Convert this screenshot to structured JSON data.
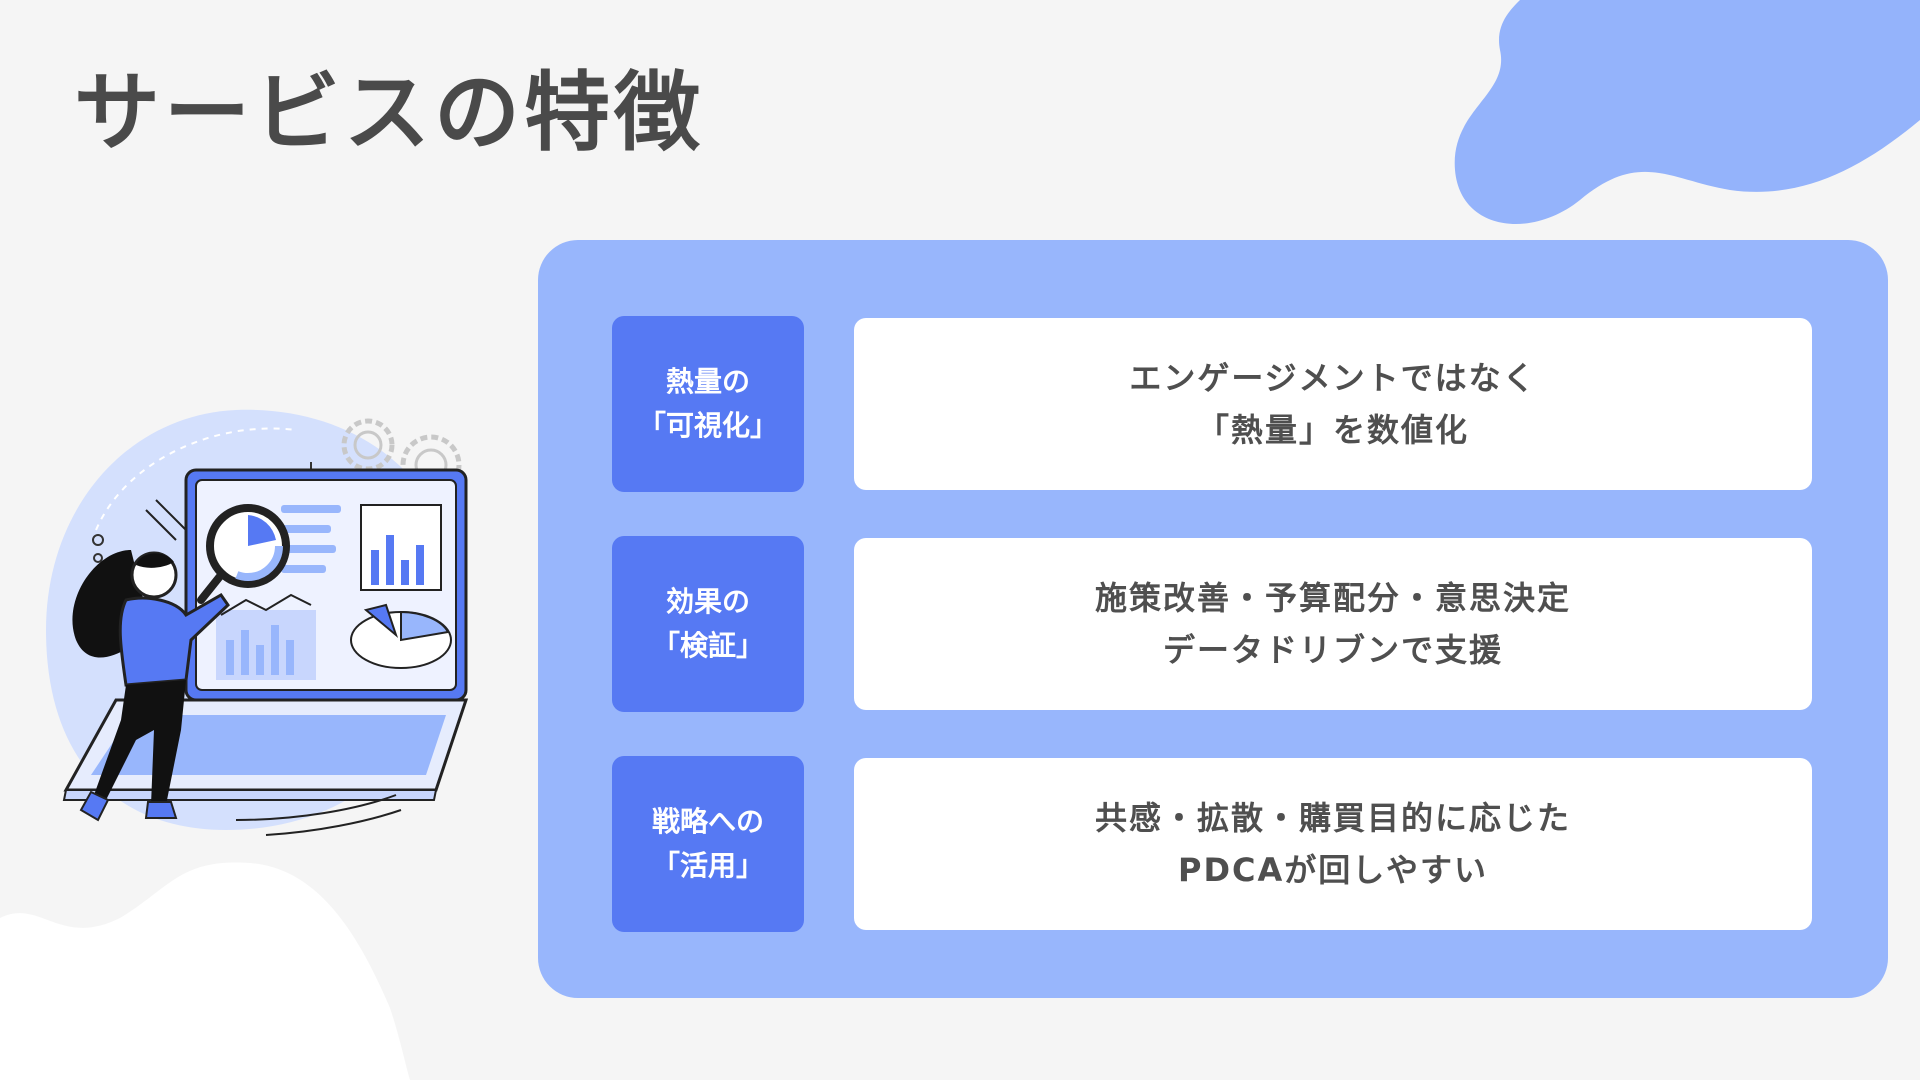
{
  "slide": {
    "title": "サービスの特徴"
  },
  "colors": {
    "background": "#f5f5f5",
    "panel": "#98b6fc",
    "label_bg": "#5679f3",
    "card_bg": "#ffffff",
    "title_text": "#4a4a4a",
    "card_text": "#4f4f4f",
    "blob": "#94b3fb"
  },
  "features": [
    {
      "label_line1": "熱量の",
      "label_line2": "「可視化」",
      "desc_line1": "エンゲージメントではなく",
      "desc_line2": "「熱量」を数値化"
    },
    {
      "label_line1": "効果の",
      "label_line2": "「検証」",
      "desc_line1": "施策改善・予算配分・意思決定",
      "desc_line2": "データドリブンで支援"
    },
    {
      "label_line1": "戦略への",
      "label_line2": "「活用」",
      "desc_line1": "共感・拡散・購買目的に応じた",
      "desc_line2": "PDCAが回しやすい"
    }
  ],
  "icons": {
    "illustration": "analytics-illustration",
    "decoration_top": "blob-shape",
    "decoration_bottom": "blob-shape"
  }
}
